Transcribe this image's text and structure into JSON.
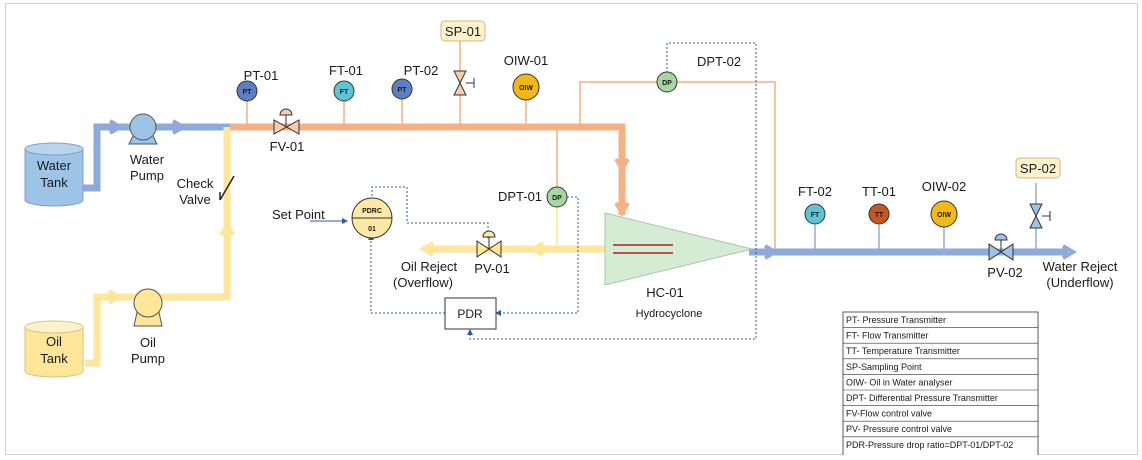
{
  "tanks": {
    "water": {
      "line1": "Water",
      "line2": "Tank"
    },
    "oil": {
      "line1": "Oil",
      "line2": "Tank"
    }
  },
  "pumps": {
    "water": {
      "line1": "Water",
      "line2": "Pump"
    },
    "oil": {
      "line1": "Oil",
      "line2": "Pump"
    }
  },
  "check_valve": {
    "line1": "Check",
    "line2": "Valve"
  },
  "instruments": {
    "pt01": {
      "tag": "PT-01",
      "code": "PT",
      "color": "#5b7fc4"
    },
    "ft01": {
      "tag": "FT-01",
      "code": "FT",
      "color": "#5ec3d4"
    },
    "pt02": {
      "tag": "PT-02",
      "code": "PT",
      "color": "#5b7fc4"
    },
    "oiw01": {
      "tag": "OIW-01",
      "code": "OIW",
      "color": "#f2b817"
    },
    "dpt02": {
      "tag": "DPT-02",
      "code": "DP",
      "color": "#a7d7a1"
    },
    "dpt01": {
      "tag": "DPT-01",
      "code": "DP",
      "color": "#a7d7a1"
    },
    "ft02": {
      "tag": "FT-02",
      "code": "FT",
      "color": "#5ec3d4"
    },
    "tt01": {
      "tag": "TT-01",
      "code": "TT",
      "color": "#c8571f"
    },
    "oiw02": {
      "tag": "OIW-02",
      "code": "OIW",
      "color": "#f2b817"
    }
  },
  "sampling_points": {
    "sp01": "SP-01",
    "sp02": "SP-02"
  },
  "valves": {
    "fv01": "FV-01",
    "pv01": "PV-01",
    "pv02": "PV-02"
  },
  "controller": {
    "top": "PDRC",
    "bottom": "01"
  },
  "set_point": "Set Point",
  "oil_reject": {
    "line1": "Oil Reject",
    "line2": "(Overflow)"
  },
  "water_reject": {
    "line1": "Water Reject",
    "line2": "(Underflow)"
  },
  "pdr_box": "PDR",
  "hydrocyclone": {
    "tag": "HC-01",
    "name": "Hydrocyclone"
  },
  "legend": [
    "PT- Pressure Transmitter",
    "FT- Flow Transmitter",
    "TT- Temperature Transmitter",
    "SP-Sampling Point",
    "OIW- Oil in Water analyser",
    "DPT- Differential Pressure Transmitter",
    "FV-Flow control valve",
    "PV- Pressure control valve",
    "PDR-Pressure drop ratio=DPT-01/DPT-02"
  ],
  "colors": {
    "water_line": "#8eaadb",
    "oil_line": "#ffe699",
    "mixed_line": "#f4b183",
    "tank_water": "#9dc3e6",
    "tank_oil": "#ffe699",
    "hydrocyclone_fill": "#d5ecd4",
    "signal_line": "#2e5aa7",
    "sp_fill": "#fff2cc"
  }
}
